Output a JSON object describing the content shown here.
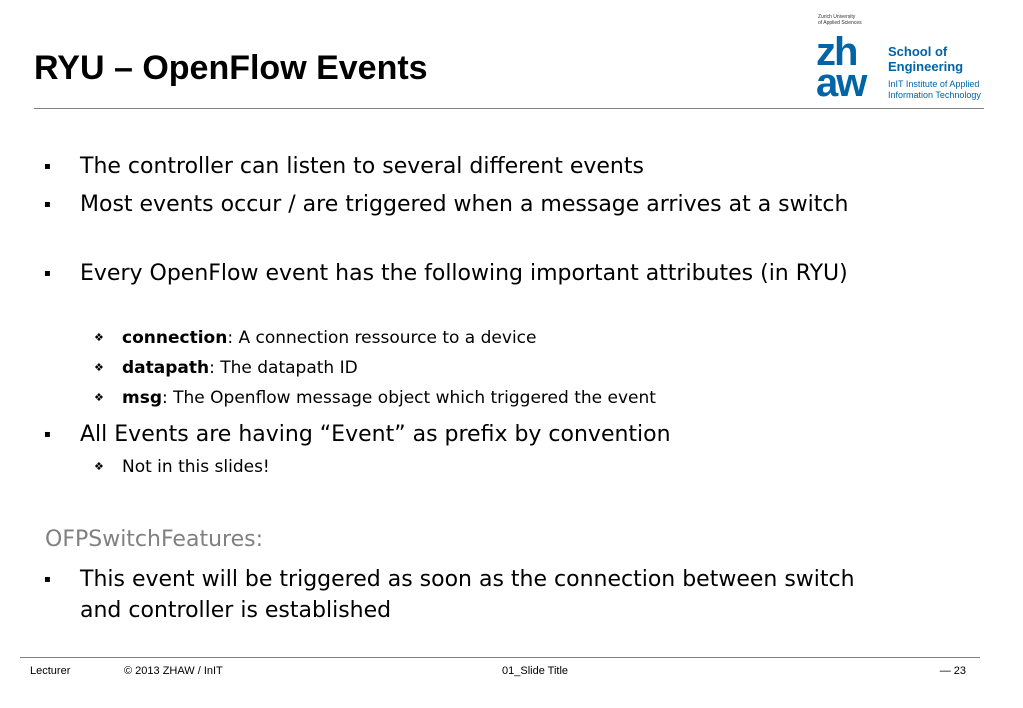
{
  "title": "RYU – OpenFlow Events",
  "logo": {
    "tiny_line1": "Zurich University",
    "tiny_line2": "of Applied Sciences",
    "mark_top": "zh",
    "mark_bottom": "aw",
    "school_line1": "School of",
    "school_line2": "Engineering",
    "institute_line1": "InIT Institute of Applied",
    "institute_line2": "Information Technology",
    "brand_color": "#0064a6"
  },
  "bullet_symbol": "▪",
  "sub_bullet_symbol": "❖",
  "bullets": [
    {
      "text": "The controller can listen to several different events"
    },
    {
      "text": "Most events occur / are triggered when a message arrives at a switch"
    },
    {
      "text": "Every OpenFlow event has the following important attributes (in RYU)"
    },
    {
      "text": "All Events are having “Event” as prefix by convention"
    }
  ],
  "attributes": [
    {
      "term": "connection",
      "description": ": A connection ressource to a device"
    },
    {
      "term": "datapath",
      "description": ": The datapath ID"
    },
    {
      "term": "msg",
      "description": ": The Openflow message object which triggered the event"
    }
  ],
  "prefix_note": "Not in this slides!",
  "section": {
    "heading": "OFPSwitchFeatures:",
    "bullet": "This event will be triggered as soon as the connection between switch and controller is established"
  },
  "footer": {
    "lecturer": "Lecturer",
    "copyright": "©  2013  ZHAW / InIT",
    "slide_title": "01_Slide Title",
    "page": "— 23"
  }
}
